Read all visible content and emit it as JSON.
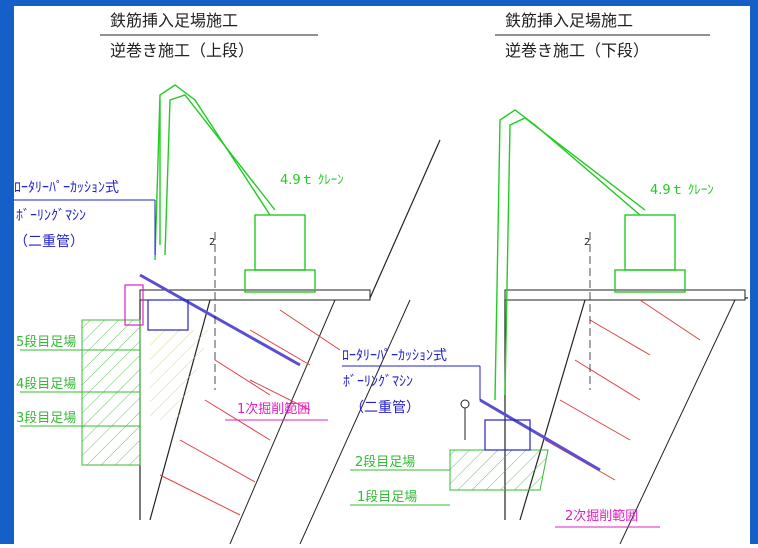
{
  "colors": {
    "frame_blue": "#1560c8",
    "ink": "#222222",
    "crane_green": "#22cc22",
    "scaffold_green": "#33bb33",
    "label_blue": "#2222cc",
    "label_magenta": "#e020c0",
    "anchor_red": "#e04040",
    "drill_violet": "#5a4fd0"
  },
  "left_panel": {
    "title": "鉄筋挿入足場施工",
    "subtitle": "逆巻き施工（上段）",
    "crane_label": "4.9ｔ ｸﾚｰﾝ",
    "machine_label_1": "ﾛｰﾀﾘｰﾊﾟｰｶｯｼｮﾝ式",
    "machine_label_2": "ﾎﾞｰﾘﾝｸﾞﾏｼﾝ",
    "machine_label_3": "（二重管）",
    "scaffold_5": "5段目足場",
    "scaffold_4": "4段目足場",
    "scaffold_3": "3段目足場",
    "excavation_label": "1次掘削範囲",
    "centerline_mark": "2"
  },
  "right_panel": {
    "title": "鉄筋挿入足場施工",
    "subtitle": "逆巻き施工（下段）",
    "crane_label": "4.9ｔ ｸﾚｰﾝ",
    "machine_label_1": "ﾛｰﾀﾘｰﾊﾟｰｶｯｼｮﾝ式",
    "machine_label_2": "ﾎﾞｰﾘﾝｸﾞﾏｼﾝ",
    "machine_label_3": "（二重管）",
    "scaffold_2": "2段目足場",
    "scaffold_1": "1段目足場",
    "excavation_label": "2次掘削範囲",
    "centerline_mark": "2"
  }
}
